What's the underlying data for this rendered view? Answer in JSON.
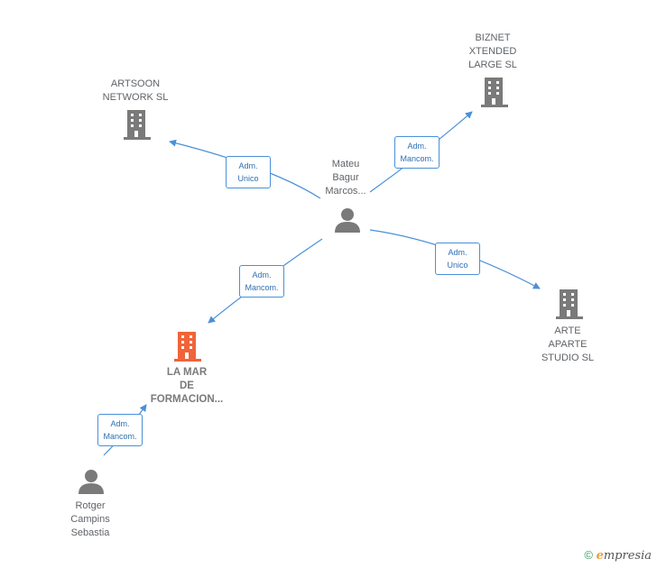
{
  "nodes": {
    "artsoon": {
      "label": "ARTSOON\nNETWORK SL",
      "kind": "company"
    },
    "biznet": {
      "label": "BIZNET\nXTENDED\nLARGE  SL",
      "kind": "company"
    },
    "arte": {
      "label": "ARTE\nAPARTE\nSTUDIO SL",
      "kind": "company"
    },
    "lamar": {
      "label": "LA MAR\nDE\nFORMACION...",
      "kind": "company-main"
    },
    "mateu": {
      "label": "Mateu\nBagur\nMarcos...",
      "kind": "person"
    },
    "rotger": {
      "label": "Rotger\nCampins\nSebastia",
      "kind": "person"
    }
  },
  "edges": {
    "mateu_artsoon": "Adm.\nUnico",
    "mateu_biznet": "Adm.\nMancom.",
    "mateu_arte": "Adm.\nUnico",
    "mateu_lamar": "Adm.\nMancom.",
    "rotger_lamar": "Adm.\nMancom."
  },
  "colors": {
    "edge": "#4a90d9",
    "company_icon": "#7a7a7a",
    "main_company_icon": "#f0643a",
    "person_icon": "#7a7a7a"
  },
  "footer": {
    "copyright_symbol": "©",
    "brand": "mpresia",
    "brand_initial": "e"
  }
}
